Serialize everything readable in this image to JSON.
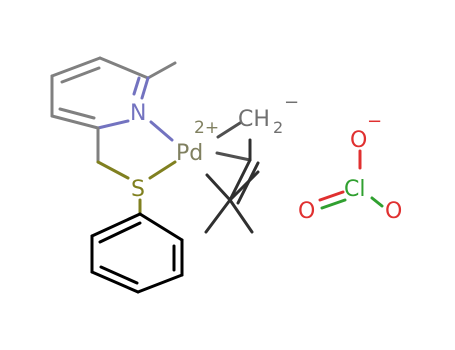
{
  "molecule": {
    "atoms": {
      "nitrogen": "N",
      "palladium": "Pd",
      "palladium_charge": "2+",
      "sulfur": "S",
      "methylene": "CH",
      "methylene_subscript": "2",
      "methylene_charge": "−",
      "perchlorate_oxygen_top": "O",
      "perchlorate_oxygen_top_charge": "−",
      "chlorine": "Cl",
      "perchlorate_oxygen_left": "O",
      "perchlorate_oxygen_right": "O"
    }
  },
  "colors": {
    "carbon_bond": "#808080",
    "dark_bond": "#000000",
    "nitrogen": "#7373c0",
    "palladium": "#808060",
    "sulfur": "#808020",
    "oxygen": "#e03030",
    "chlorine": "#30a030",
    "methylene": "#707070"
  }
}
